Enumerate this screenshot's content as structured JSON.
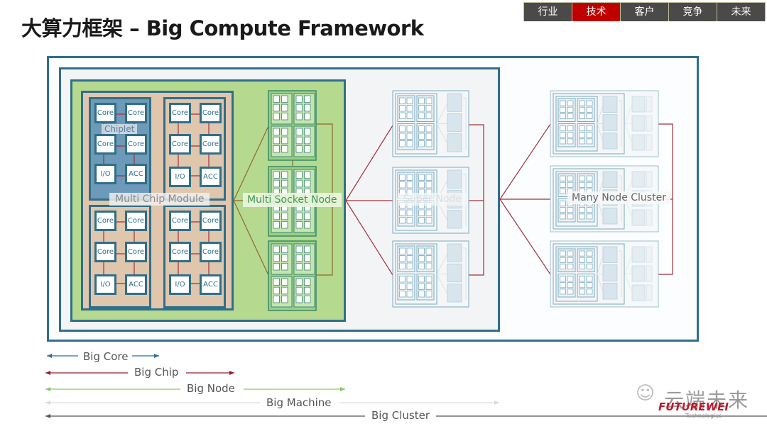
{
  "title": "大算力框架 – Big Compute Framework",
  "nav": {
    "tabs": [
      {
        "label": "行业",
        "active": false
      },
      {
        "label": "技术",
        "active": true
      },
      {
        "label": "客户",
        "active": false
      },
      {
        "label": "竞争",
        "active": false
      },
      {
        "label": "未来",
        "active": false
      }
    ]
  },
  "diagram": {
    "chiplet_label": "Chiplet",
    "mcm_label": "Multi Chip Module",
    "multi_socket_label": "Multi Socket Node",
    "super_node_label": "Super Node",
    "cluster_label": "Many Node Cluster",
    "unit_labels": {
      "core": "Core",
      "io": "I/O",
      "acc": "ACC"
    },
    "colors": {
      "frame_border": "#2f6f8a",
      "node_green": "#b5d98f",
      "mcm_tan": "#e0c6ac",
      "chiplet_blue": "#6d9ab8",
      "link_red": "#a0303a",
      "link_brown": "#8a6a2a"
    }
  },
  "legend": {
    "items": [
      {
        "label": "Big Core",
        "color": "#2e6f9e"
      },
      {
        "label": "Big Chip",
        "color": "#9b1b2a"
      },
      {
        "label": "Big Node",
        "color": "#8cc860"
      },
      {
        "label": "Big Machine",
        "color": "#d9d9d9"
      },
      {
        "label": "Big Cluster",
        "color": "#555555"
      }
    ]
  },
  "watermark": {
    "cn_text": "云端未来",
    "brand": "FUTUREWEI",
    "brand_sub": "Technologies"
  }
}
